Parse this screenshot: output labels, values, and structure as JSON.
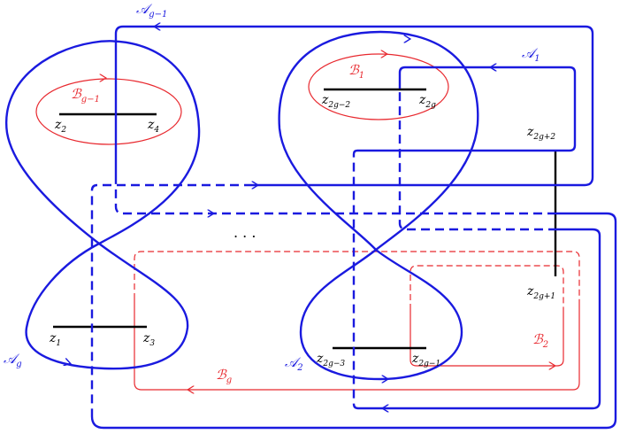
{
  "colors": {
    "a_cycles": "#1a1adf",
    "b_cycles": "#e8292f",
    "cuts": "#000000"
  },
  "branch_points": {
    "z2": {
      "base": "z",
      "sub": "2"
    },
    "z4": {
      "base": "z",
      "sub": "4"
    },
    "z1": {
      "base": "z",
      "sub": "1"
    },
    "z3": {
      "base": "z",
      "sub": "3"
    },
    "z2g_minus_2": {
      "base": "z",
      "sub": "2g−2"
    },
    "z2g": {
      "base": "z",
      "sub": "2g"
    },
    "z2g_minus_3": {
      "base": "z",
      "sub": "2g−3"
    },
    "z2g_minus_1": {
      "base": "z",
      "sub": "2g−1"
    },
    "z2g_plus_2": {
      "base": "z",
      "sub": "2g+2"
    },
    "z2g_plus_1": {
      "base": "z",
      "sub": "2g+1"
    }
  },
  "a_cycles": {
    "a_g_minus_1": {
      "base": "𝒜",
      "sub": "g−1"
    },
    "a_1": {
      "base": "𝒜",
      "sub": "1"
    },
    "a_2": {
      "base": "𝒜",
      "sub": "2"
    },
    "a_g": {
      "base": "𝒜",
      "sub": "g"
    }
  },
  "b_cycles": {
    "b_g_minus_1": {
      "base": "ℬ",
      "sub": "g−1"
    },
    "b_1": {
      "base": "ℬ",
      "sub": "1"
    },
    "b_2": {
      "base": "ℬ",
      "sub": "2"
    },
    "b_g": {
      "base": "ℬ",
      "sub": "g"
    }
  },
  "ellipsis": ". . ."
}
